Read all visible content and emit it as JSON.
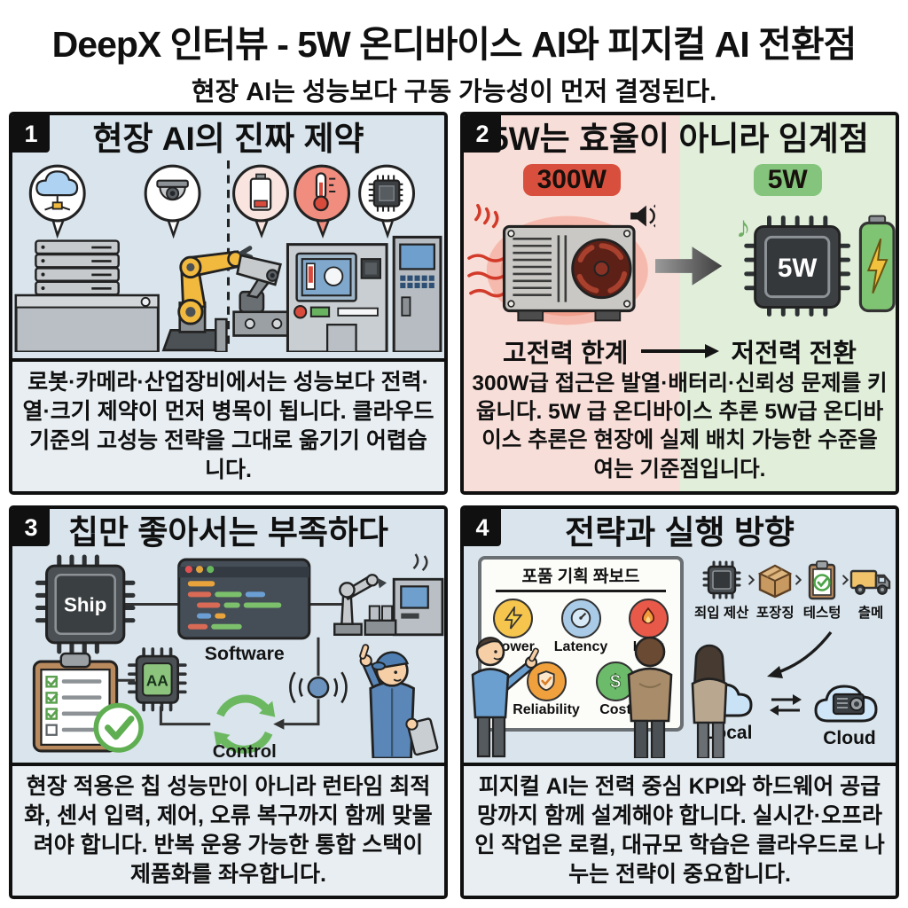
{
  "header": {
    "title": "DeepX 인터뷰 - 5W 온디바이스 AI와 피지컬 AI 전환점",
    "subtitle": "현장 AI는 성능보다 구동 가능성이 먼저 결정된다."
  },
  "panels": {
    "p1": {
      "num": "1",
      "title": "현장 AI의 진짜 제약",
      "caption": "로봇·카메라·산업장비에서는 성능보다 전력·열·크기 제약이 먼저 병목이 됩니다. 클라우드 기준의 고성능 전략을 그대로 옮기기 어렵습니다.",
      "icons": [
        "cloud-network-icon",
        "dome-camera-icon",
        "low-battery-icon",
        "thermometer-icon",
        "chip-icon",
        "server-rack",
        "robot-arm",
        "conveyor",
        "cctv-camera",
        "industrial-machine",
        "kiosk"
      ]
    },
    "p2": {
      "num": "2",
      "title": "5W는 효율이 아니라 임계점",
      "high_badge": "300W",
      "low_badge": "5W",
      "chip_label": "5W",
      "flow_left": "고전력 한계",
      "flow_right": "저전력 전환",
      "caption": "300W급 접근은 발열·배터리·신뢰성 문제를 키웁니다. 5W 급 온디바이스 추론 5W급 온디바이스 추론은 현장에 실제 배치 가능한 수준을 여는 기준점입니다.",
      "icons": [
        "heat-waves-icon",
        "gpu-fan-icon",
        "speaker-icon",
        "transition-arrow-icon",
        "music-note-icon",
        "npu-chip-icon",
        "green-battery-icon"
      ]
    },
    "p3": {
      "num": "3",
      "title": "칩만 좋아서는 부족하다",
      "chip_label": "Ship",
      "software_label": "Software",
      "aa_label": "AA",
      "control_label": "Control",
      "caption": "현장 적용은 칩 성능만이 아니라 런타임 최적화, 센서 입력, 제어, 오류 복구까지 함께 맞물려야 합니다. 반복 운용 가능한 통합 스택이 제품화를 좌우합니다.",
      "icons": [
        "ship-chip-icon",
        "code-window-icon",
        "aa-chip-icon",
        "checklist-clipboard-icon",
        "control-loop-icon",
        "wifi-node-icon",
        "robot-arm",
        "engineer-person"
      ]
    },
    "p4": {
      "num": "4",
      "title": "전략과 실행 방향",
      "board_title": "포품 기획 쫘보드",
      "kpis": [
        {
          "label": "Power",
          "color": "#f5c54d"
        },
        {
          "label": "Latency",
          "color": "#a9cbe8"
        },
        {
          "label": "Heat",
          "color": "#e8594a"
        },
        {
          "label": "Reliability",
          "color": "#f0a03c"
        },
        {
          "label": "Cost",
          "color": "#6cbb6a"
        }
      ],
      "supply": [
        {
          "label": "죄입 제산"
        },
        {
          "label": "포장징"
        },
        {
          "label": "테스텅"
        },
        {
          "label": "츨메"
        }
      ],
      "local_label": "Local",
      "cloud_label": "Cloud",
      "caption": "피지컬 AI는 전력 중심 KPI와 하드웨어 공급망까지 함께 설계해야 합니다. 실시간·오프라인 작업은 로컬, 대규모 학습은 클라우드로 나누는 전략이 중요합니다.",
      "icons": [
        "whiteboard",
        "power-icon",
        "latency-gauge-icon",
        "heat-flame-icon",
        "reliability-shield-icon",
        "cost-dollar-icon",
        "chip-icon",
        "package-box-icon",
        "test-clipboard-icon",
        "truck-icon",
        "local-cloud-icon",
        "cloud-server-icon",
        "sync-arrows-icon",
        "people-group"
      ]
    }
  },
  "glyphs": {
    "dollar": "$",
    "music_note": "♪"
  },
  "colors": {
    "panel_bg": "#d9e4ec",
    "caption_bg": "#e8eef2",
    "border": "#101010",
    "hot_bg": "#f8ded8",
    "cool_bg": "#e0eeda",
    "hot_badge": "#d94f3d",
    "cool_badge": "#84c47c",
    "robot_yellow": "#f2b93f",
    "accent_green": "#6cb861",
    "alert_red": "#d84b3c"
  }
}
